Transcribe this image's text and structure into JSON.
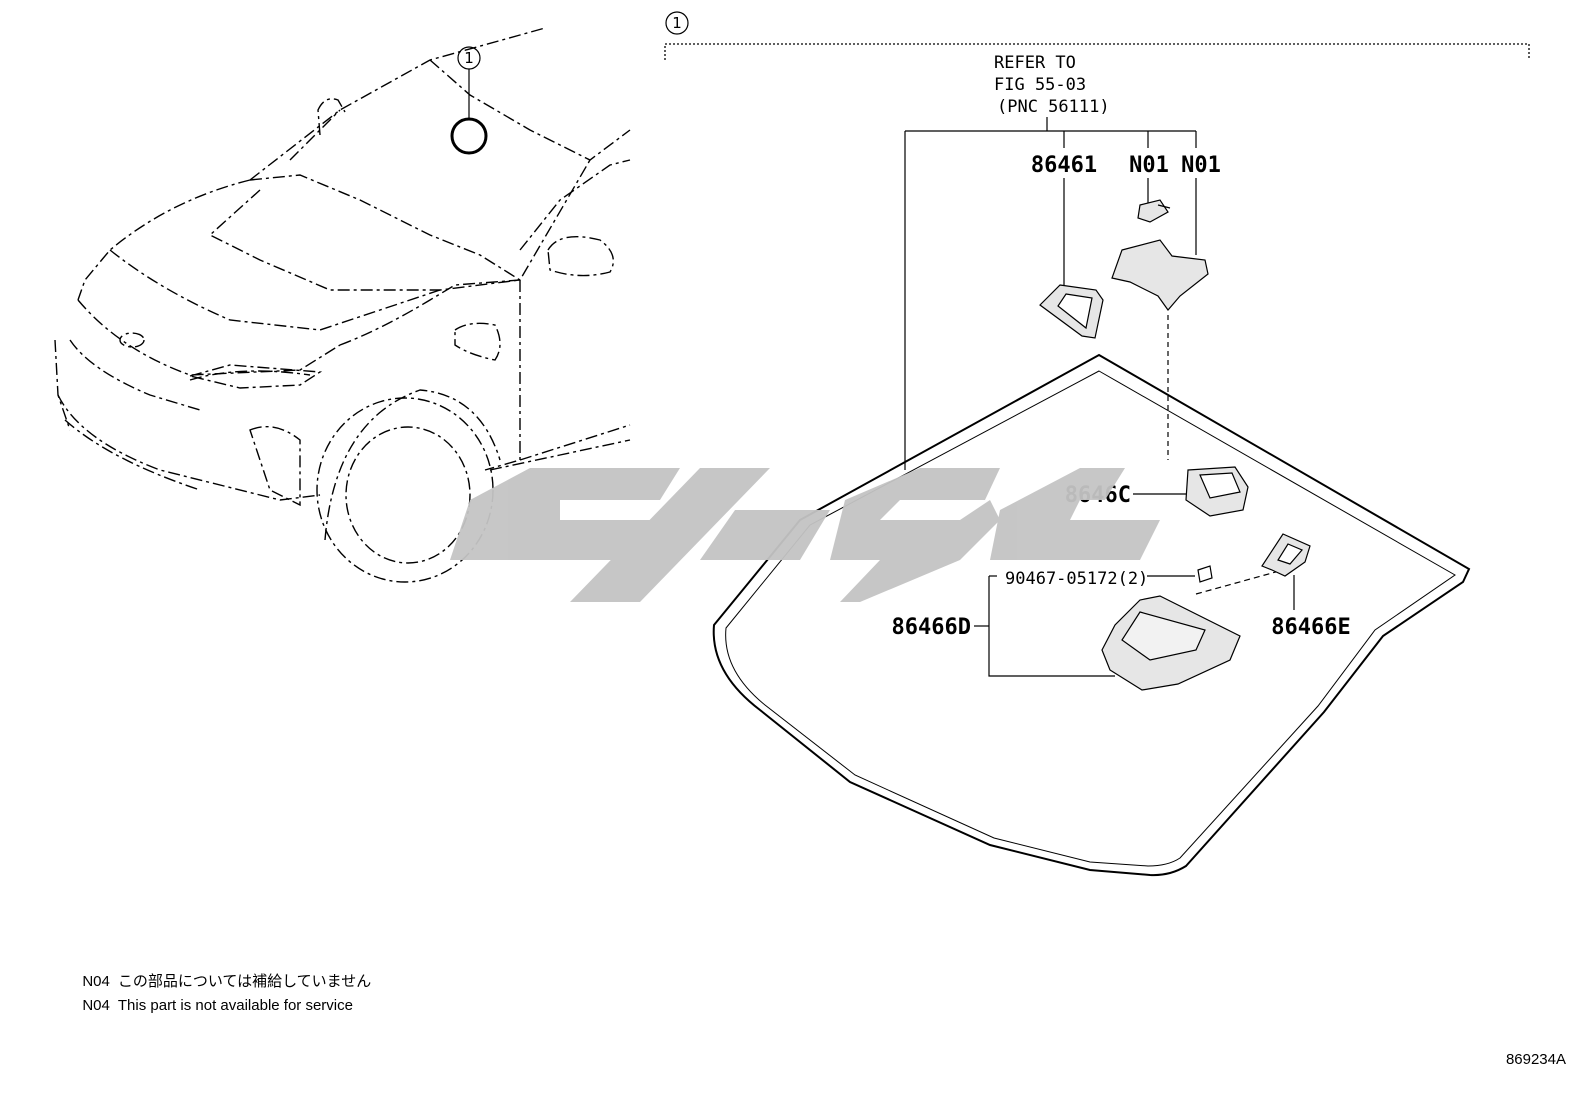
{
  "callout": {
    "number": "1"
  },
  "reference": {
    "line1": "REFER TO",
    "line2": "FIG 55-03",
    "line3": "(PNC 56111)"
  },
  "parts": {
    "p86461": "86461",
    "n01_a": "N01",
    "n01_b": "N01",
    "p8646C": "8646C",
    "p90467": "90467-05172(2)",
    "p86466D": "86466D",
    "p86466E": "86466E"
  },
  "notes": [
    {
      "code": "N04",
      "text": "この部品については補給していません"
    },
    {
      "code": "N04",
      "text": "This part is not available for service"
    }
  ],
  "drawing_id": "869234A",
  "colors": {
    "line": "#000000",
    "watermark": "#c4c4c4",
    "part_fill": "#e6e6e6"
  }
}
